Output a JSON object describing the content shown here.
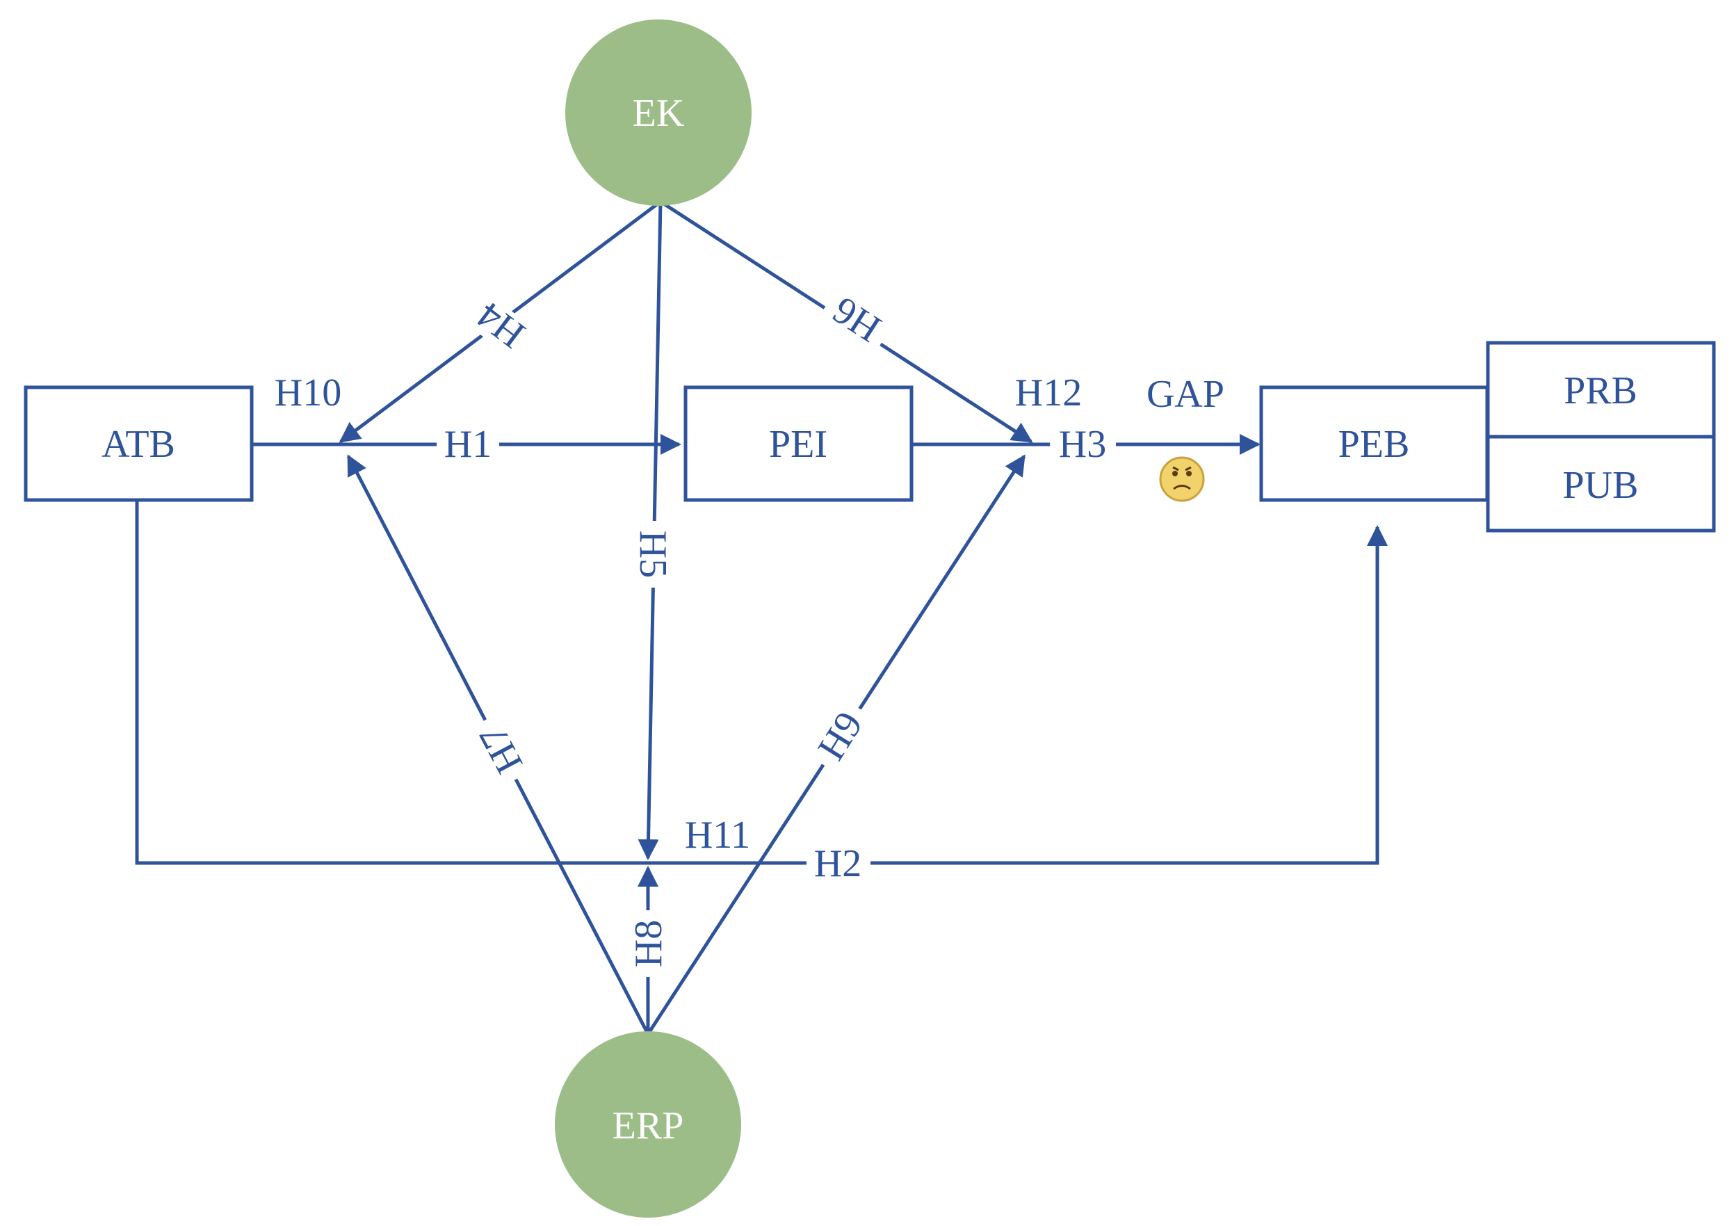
{
  "colors": {
    "stroke": "#2f539a",
    "circle_fill": "#9dbd88",
    "face": "#f2d36b"
  },
  "nodes": {
    "atb": "ATB",
    "pei": "PEI",
    "peb": "PEB",
    "prb": "PRB",
    "pub": "PUB",
    "ek": "EK",
    "erp": "ERP"
  },
  "edges": {
    "h1": "H1",
    "h2": "H2",
    "h3": "H3",
    "h4": "H4",
    "h5": "H5",
    "h6": "H6",
    "h7": "H7",
    "h8": "H8",
    "h9": "H9",
    "h10": "H10",
    "h11": "H11",
    "h12": "H12",
    "gap": "GAP"
  },
  "icons": {
    "gap_face": "sad-face-icon"
  }
}
